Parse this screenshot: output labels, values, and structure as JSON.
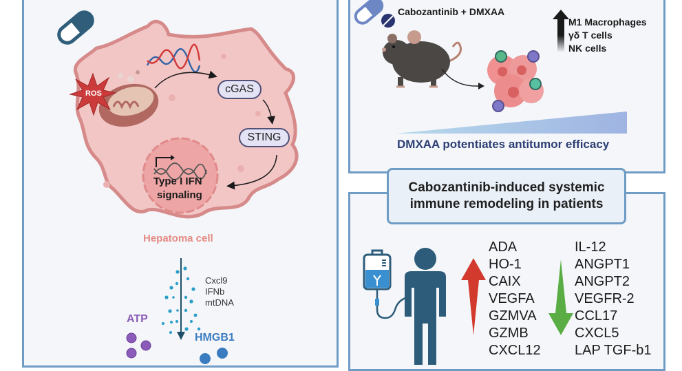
{
  "left": {
    "cell_label": "Hepatoma cell",
    "ros_label": "ROS",
    "pathway": [
      "cGAS",
      "STING"
    ],
    "nucleus_label_line1": "Type I IFN",
    "nucleus_label_line2": "signaling",
    "secreted": [
      "Cxcl9",
      "IFNb",
      "mtDNA"
    ],
    "atp_label": "ATP",
    "hmgb1_label": "HMGB1"
  },
  "top_right": {
    "treatment_label": "Cabozantinib + DMXAA",
    "increased_cells": [
      "M1 Macrophages",
      "γδ T cells",
      "NK cells"
    ],
    "efficacy_label": "DMXAA potentiates antitumor efficacy"
  },
  "bottom_right": {
    "title_line1": "Cabozantinib-induced systemic",
    "title_line2": "immune remodeling in patients",
    "upregulated": [
      "ADA",
      "HO-1",
      "CAIX",
      "VEGFA",
      "GZMVA",
      "GZMB",
      "CXCL12"
    ],
    "downregulated": [
      "IL-12",
      "ANGPT1",
      "ANGPT2",
      "VEGFR-2",
      "CCL17",
      "CXCL5",
      "LAP TGF-b1"
    ]
  },
  "colors": {
    "panel_border": "#6e9cc4",
    "cell_fill": "#f2c4c4",
    "cell_border": "#d88c8c",
    "up_arrow": "#d23a2e",
    "down_arrow": "#5aad45",
    "efficacy_text": "#2c3e74",
    "atp": "#8a5bb8",
    "hmgb1": "#3b7cc0",
    "human": "#2d5c7a"
  }
}
